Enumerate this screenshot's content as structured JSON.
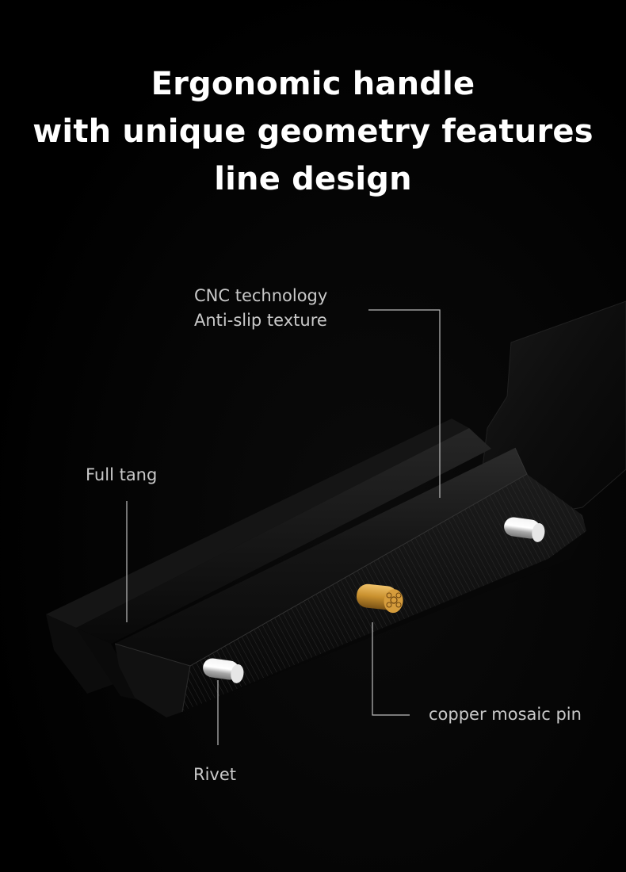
{
  "headline": {
    "line1": "Ergonomic handle",
    "line2": "with unique geometry features",
    "line3": "line design"
  },
  "callouts": {
    "cnc_line1": "CNC technology",
    "cnc_line2": "Anti-slip texture",
    "full_tang": "Full tang",
    "copper_pin": "copper mosaic pin",
    "rivet": "Rivet"
  },
  "colors": {
    "background": "#000000",
    "headline_text": "#ffffff",
    "callout_text": "#c9c9c9",
    "leader_line": "#bdbdbd",
    "handle": "#111111",
    "copper": "#c8902e",
    "steel_pin": "#d9d9d9"
  }
}
